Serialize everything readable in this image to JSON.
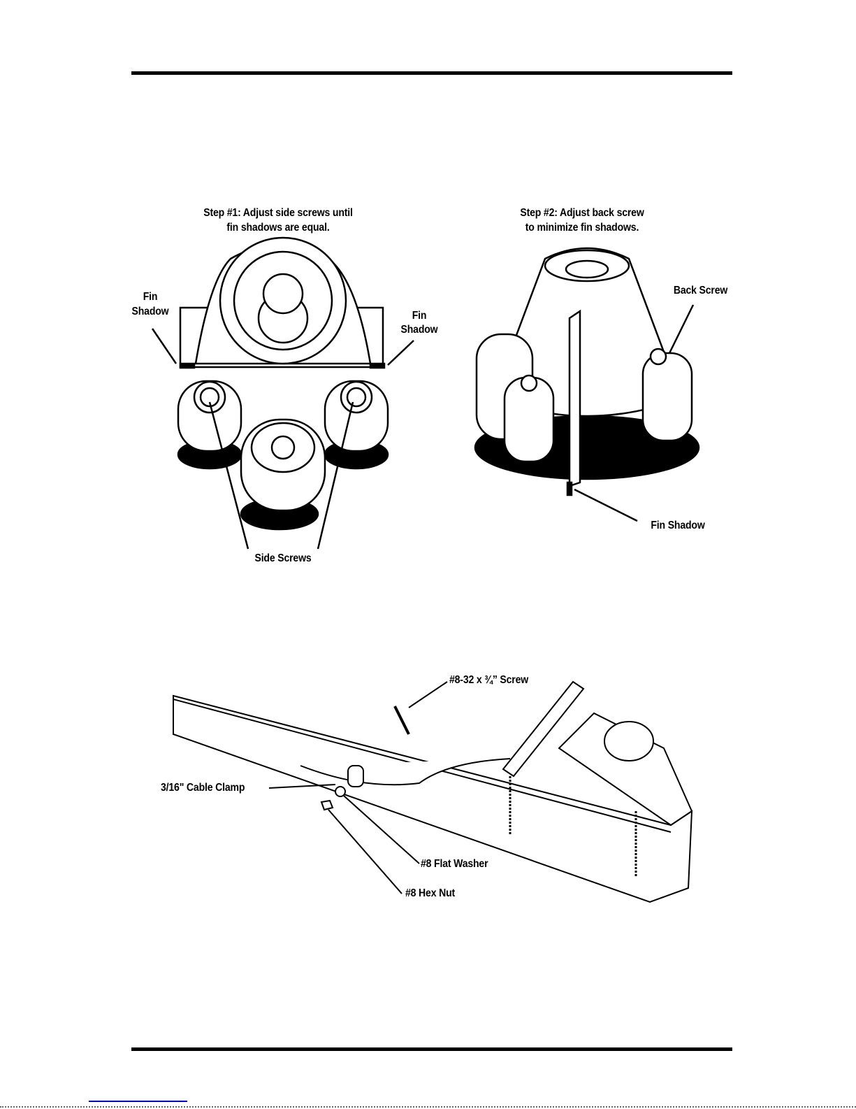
{
  "figure1": {
    "step1": {
      "line1": "Step #1: Adjust side screws until",
      "line2": "fin shadows are equal."
    },
    "step2": {
      "line1": "Step #2: Adjust back screw",
      "line2": "to minimize fin shadows."
    },
    "left_fin_shadow": {
      "line1": "Fin",
      "line2": "Shadow"
    },
    "right_fin_shadow": {
      "line1": "Fin",
      "line2": "Shadow"
    },
    "side_screws": "Side Screws",
    "back_screw": "Back Screw",
    "fin_shadow": "Fin Shadow"
  },
  "figure2": {
    "screw": "#8-32 x ¾” Screw",
    "cable_clamp": "3/16\" Cable Clamp",
    "flat_washer": "#8 Flat Washer",
    "hex_nut": "#8 Hex Nut"
  }
}
